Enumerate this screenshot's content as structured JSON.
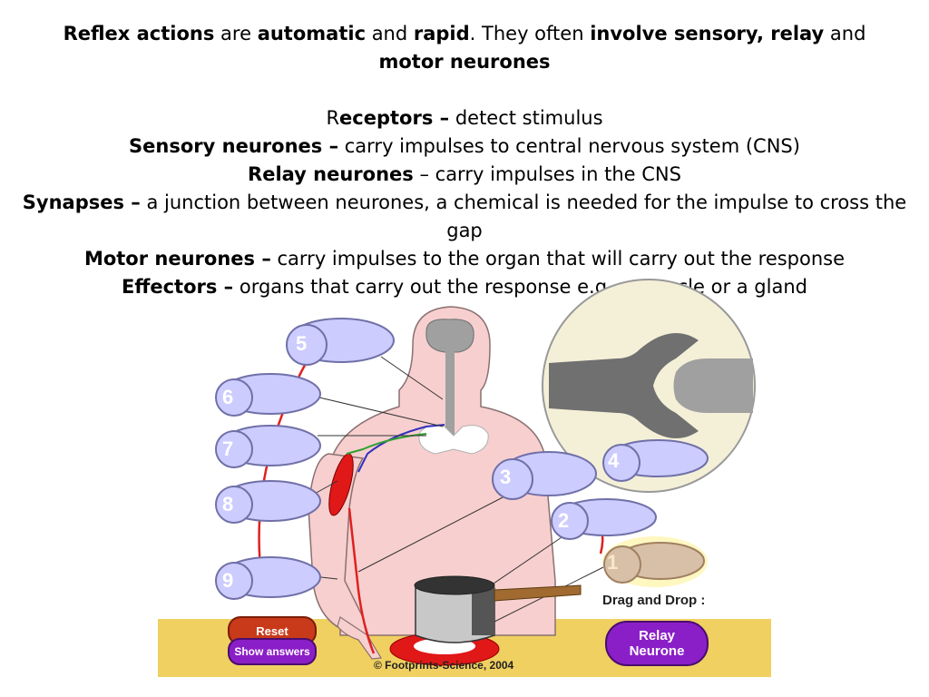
{
  "heading": {
    "line1": [
      {
        "t": "Reflex actions",
        "b": true
      },
      {
        "t": " are ",
        "b": false
      },
      {
        "t": "automatic",
        "b": true
      },
      {
        "t": " and ",
        "b": false
      },
      {
        "t": "rapid",
        "b": true
      },
      {
        "t": ". They often ",
        "b": false
      },
      {
        "t": "involve sensory, relay",
        "b": true
      },
      {
        "t": " and",
        "b": false
      }
    ],
    "line2": [
      {
        "t": "motor neurones",
        "b": true
      }
    ]
  },
  "definitions": [
    {
      "term_pre": "R",
      "term": "eceptors –",
      "desc": " detect stimulus"
    },
    {
      "term_pre": "",
      "term": "Sensory neurones –",
      "desc": " carry impulses to central nervous system (CNS)"
    },
    {
      "term_pre": "",
      "term": "Relay neurones",
      "desc": " – carry impulses in the CNS"
    },
    {
      "term_pre": "",
      "term": "Synapses –",
      "desc": " a junction between neurones, a chemical is needed for the impulse to cross the gap"
    },
    {
      "term_pre": "",
      "term": "Motor neurones –",
      "desc": " carry impulses to the organ that will carry out the response"
    },
    {
      "term_pre": "",
      "term": "Effectors –",
      "desc": " organs that carry out the response e.g. a muscle or a gland"
    }
  ],
  "labels": {
    "n1": "1",
    "n2": "2",
    "n3": "3",
    "n4": "4",
    "n5": "5",
    "n6": "6",
    "n7": "7",
    "n8": "8",
    "n9": "9"
  },
  "controls": {
    "reset": "Reset",
    "show_answers": "Show answers",
    "drag_drop": "Drag and Drop :",
    "relay_line1": "Relay",
    "relay_line2": "Neurone"
  },
  "copyright": "© Footprints-Science, 2004",
  "colors": {
    "skin": "#f7cfcf",
    "skin_outline": "#8a7070",
    "target_fill": "#ccccff",
    "target_outline": "#7070a8",
    "muscle": "#e01818",
    "table": "#f0d060",
    "placed_fill": "#d8c0a8",
    "button_red": "#c93a1a",
    "button_purple": "#8b1fc7"
  }
}
